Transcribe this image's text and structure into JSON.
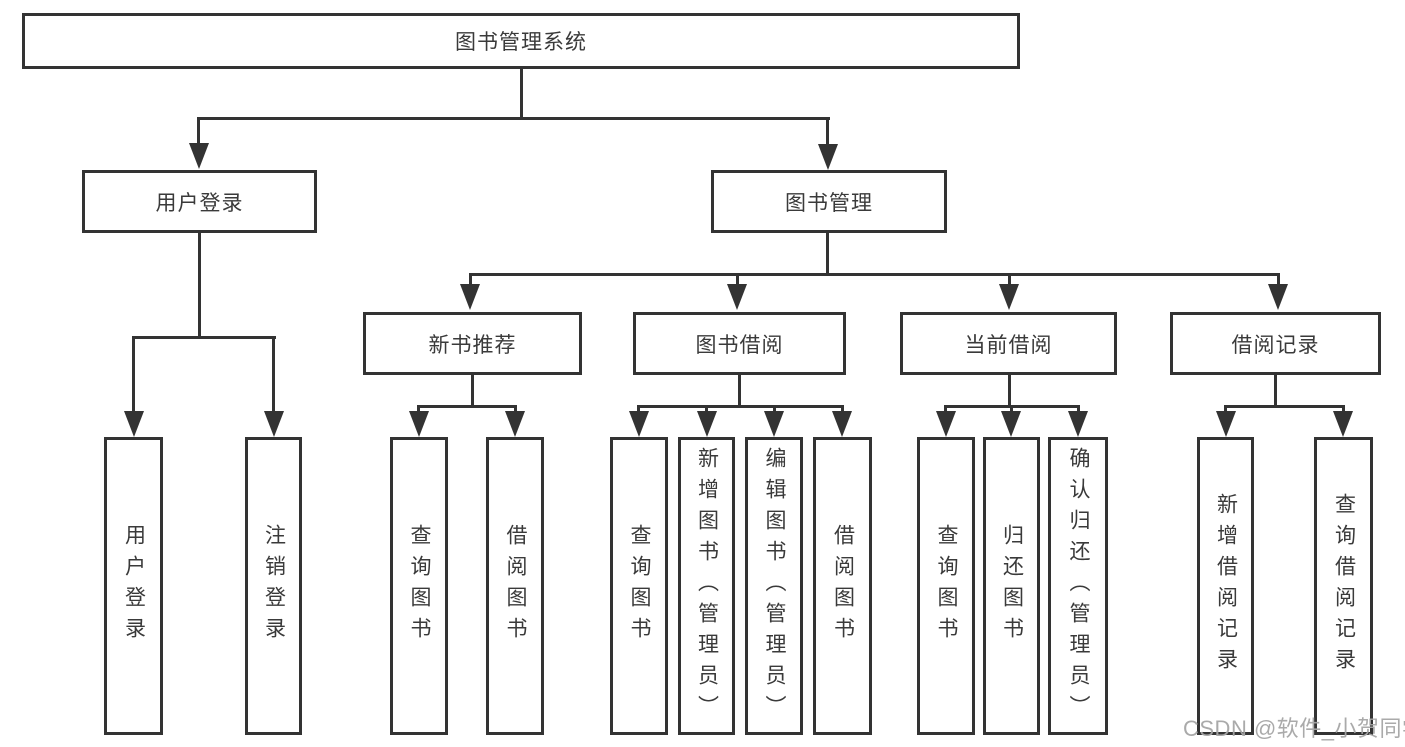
{
  "tree": {
    "label": "图书管理系统",
    "children": [
      {
        "label": "用户登录",
        "children": [
          {
            "label": "用户登录"
          },
          {
            "label": "注销登录"
          }
        ]
      },
      {
        "label": "图书管理",
        "children": [
          {
            "label": "新书推荐",
            "children": [
              {
                "label": "查询图书"
              },
              {
                "label": "借阅图书"
              }
            ]
          },
          {
            "label": "图书借阅",
            "children": [
              {
                "label": "查询图书"
              },
              {
                "label": "新增图书（管理员）"
              },
              {
                "label": "编辑图书（管理员）"
              },
              {
                "label": "借阅图书"
              }
            ]
          },
          {
            "label": "当前借阅",
            "children": [
              {
                "label": "查询图书"
              },
              {
                "label": "归还图书"
              },
              {
                "label": "确认归还（管理员）"
              }
            ]
          },
          {
            "label": "借阅记录",
            "children": [
              {
                "label": "新增借阅记录"
              },
              {
                "label": "查询借阅记录"
              }
            ]
          }
        ]
      }
    ]
  },
  "watermark": "CSDN @软件_小贺同学",
  "colors": {
    "line": "#333333",
    "text": "#3a3a3a",
    "watermark": "#a5a5a5",
    "background": "#ffffff"
  }
}
